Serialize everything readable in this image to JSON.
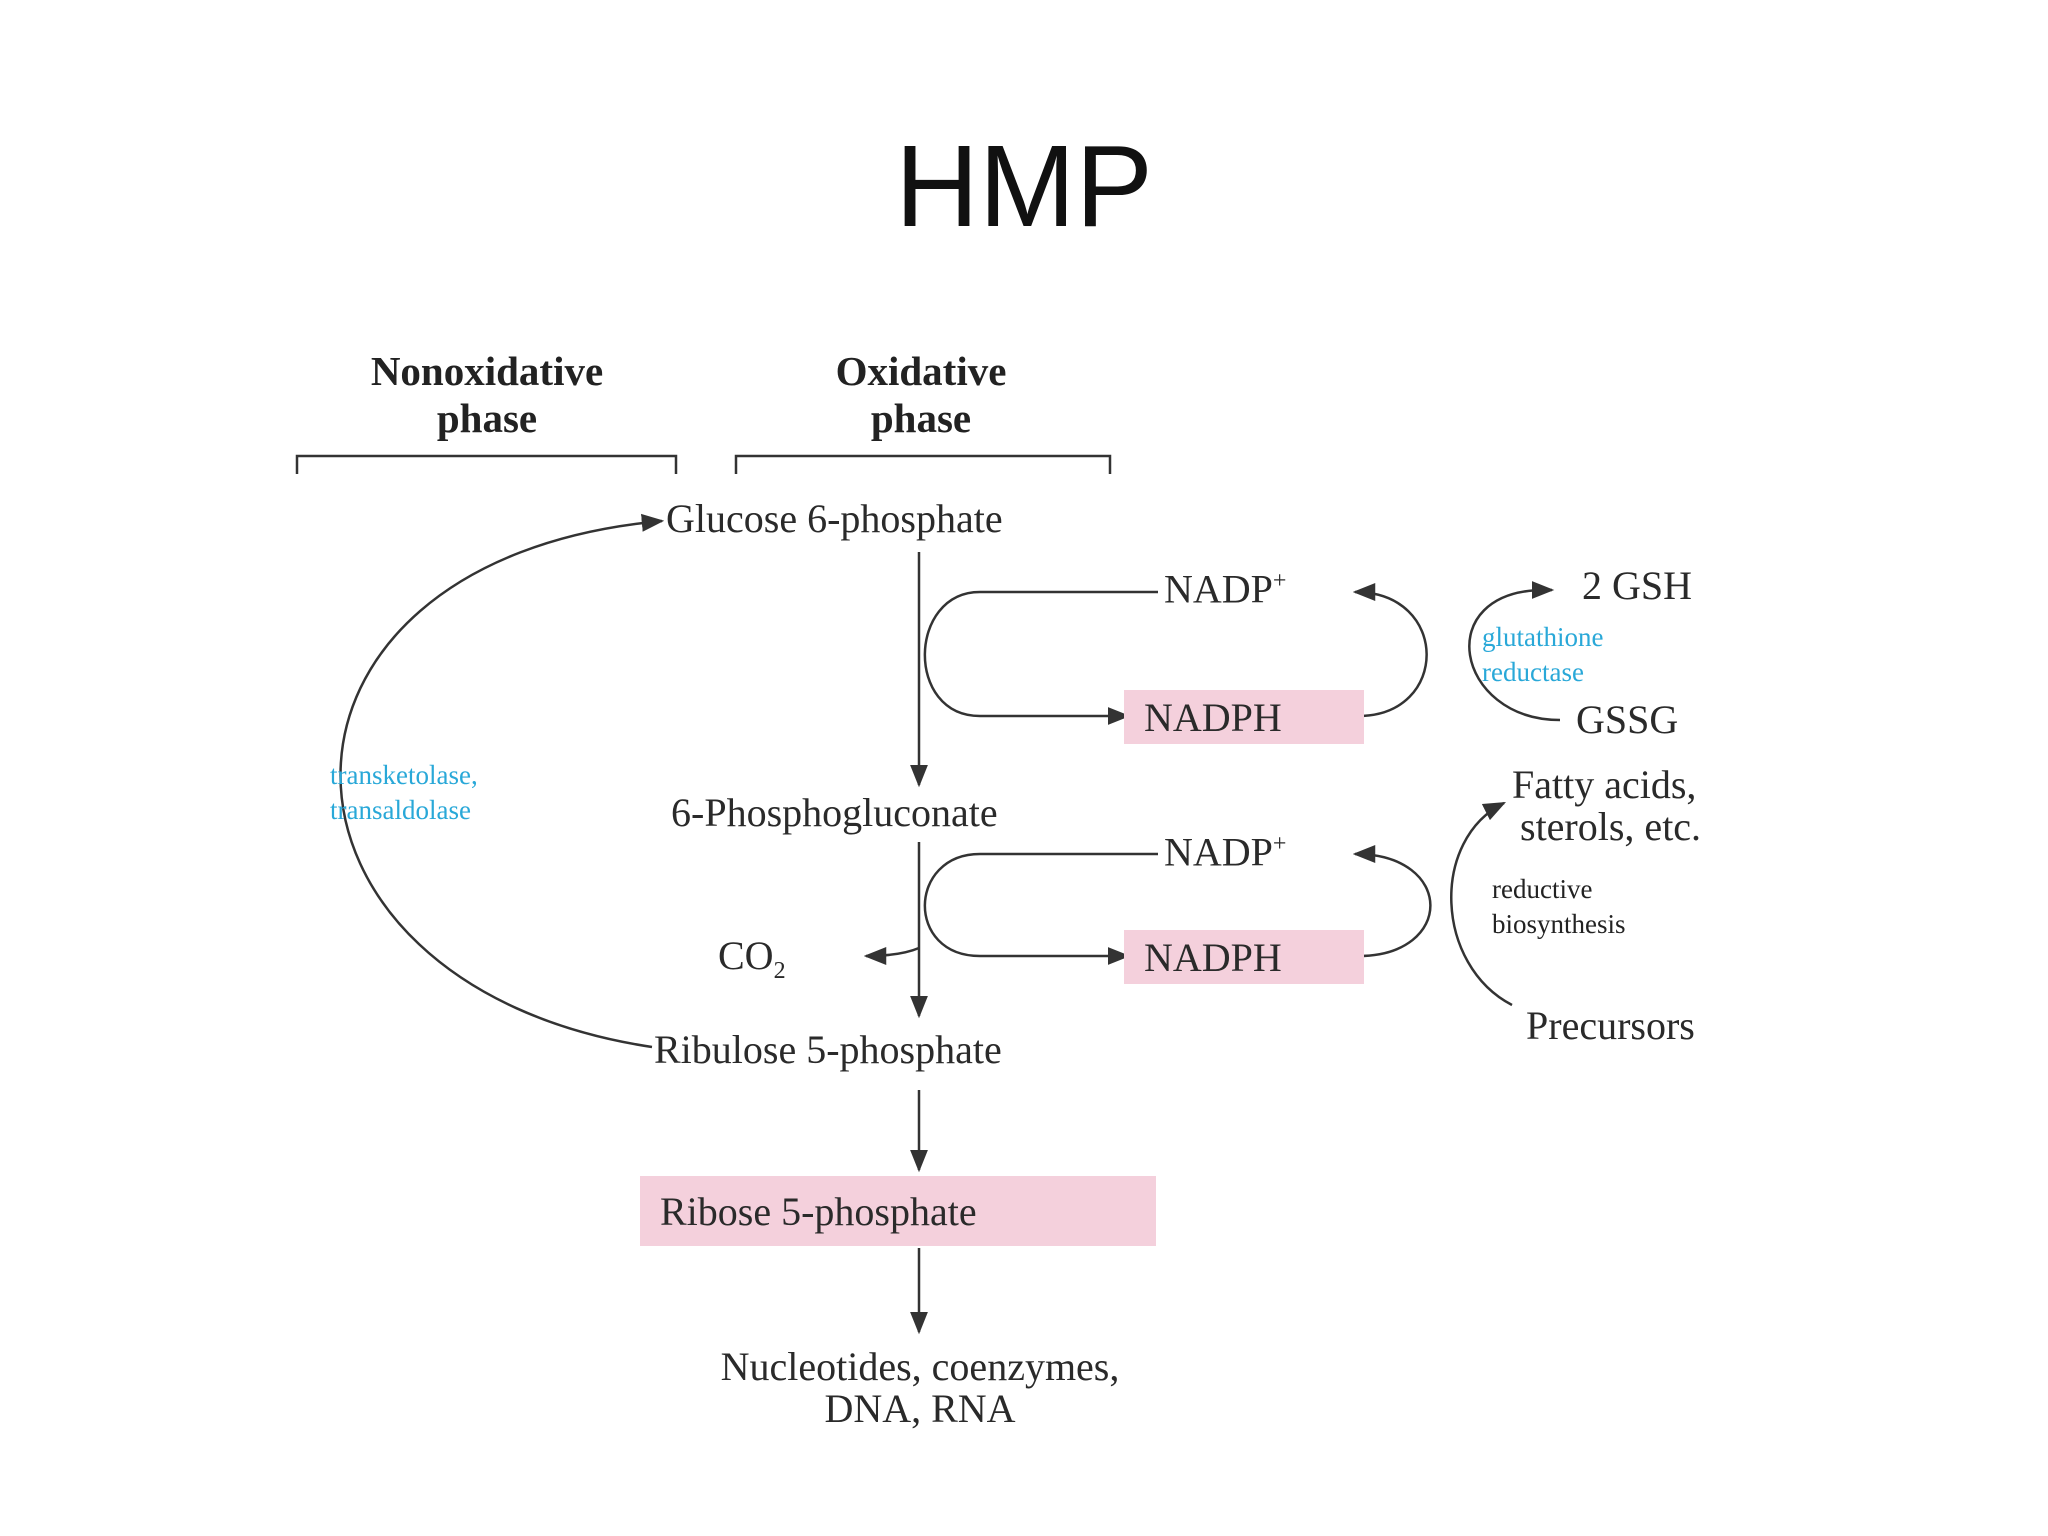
{
  "title": "HMP",
  "phases": {
    "nonoxidative": [
      "Nonoxidative",
      "phase"
    ],
    "oxidative": [
      "Oxidative",
      "phase"
    ]
  },
  "metabolites": {
    "glucose6p": "Glucose 6-phosphate",
    "phosphogluconate": "6-Phosphogluconate",
    "co2": "CO",
    "co2_sub": "2",
    "ribulose5p": "Ribulose 5-phosphate",
    "ribose5p": "Ribose 5-phosphate",
    "products_line1": "Nucleotides, coenzymes,",
    "products_line2": "DNA, RNA"
  },
  "cofactors": {
    "nadp": "NADP",
    "nadp_charge": "+",
    "nadph": "NADPH"
  },
  "glutathione": {
    "gsh": "2 GSH",
    "gssg": "GSSG",
    "enzyme_line1": "glutathione",
    "enzyme_line2": "reductase"
  },
  "biosynthesis": {
    "fatty_line1": "Fatty acids,",
    "fatty_line2": "sterols, etc.",
    "label_line1": "reductive",
    "label_line2": "biosynthesis",
    "precursors": "Precursors"
  },
  "nonox_enzymes": {
    "line1": "transketolase,",
    "line2": "transaldolase"
  },
  "colors": {
    "highlight": "#f4d0dc",
    "enzyme_blue": "#29a8d8",
    "line": "#333333"
  }
}
